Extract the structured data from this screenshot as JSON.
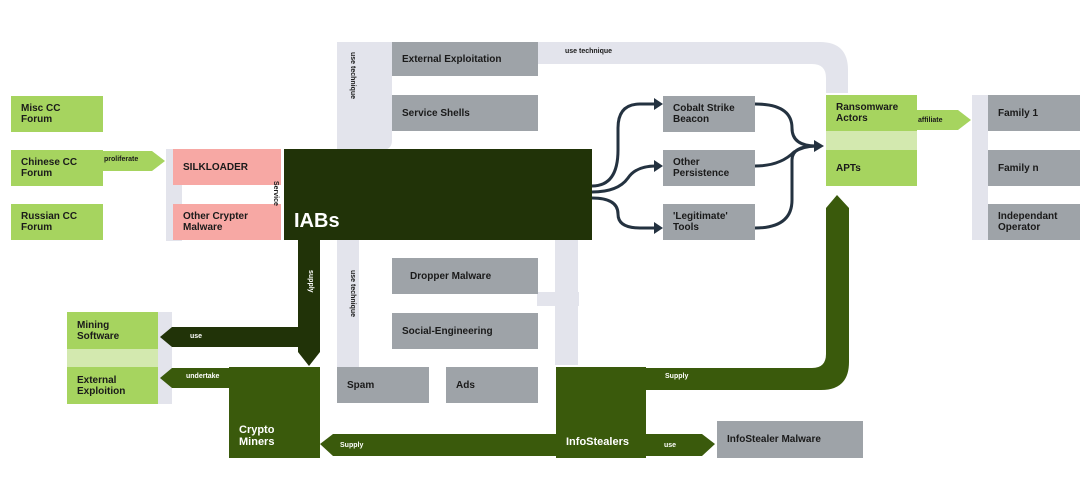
{
  "nodes": {
    "misc_cc_forum": "Misc CC Forum",
    "chinese_cc_forum": "Chinese CC Forum",
    "russian_cc_forum": "Russian CC Forum",
    "silkloader": "SILKLOADER",
    "other_crypter_malware": "Other Crypter Malware",
    "iabs": "IABs",
    "external_exploitation": "External Exploitation",
    "service_shells": "Service Shells",
    "dropper_malware": "Dropper Malware",
    "social_engineering": "Social-Engineering",
    "spam": "Spam",
    "ads": "Ads",
    "cobalt_strike_beacon": "Cobalt Strike Beacon",
    "other_persistence": "Other Persistence",
    "legitimate_tools": "'Legitimate' Tools",
    "ransomware_actors": "Ransomware Actors",
    "apts": "APTs",
    "family_1": "Family 1",
    "family_n": "Family n",
    "independant_operator": "Independant Operator",
    "mining_software": "Mining Software",
    "external_exploition": "External Exploition",
    "crypto_miners": "Crypto Miners",
    "infostealers": "InfoStealers",
    "infostealer_malware": "InfoStealer Malware"
  },
  "edge_labels": {
    "proliferate": "proliferate",
    "service": "Service",
    "use_technique_top": "use technique",
    "use_technique_vertical_top": "use technique",
    "use_technique_vertical_bottom": "use technique",
    "supply_vertical": "supply",
    "use_mining": "use",
    "undertake": "undertake",
    "affiliate": "affiliate",
    "supply_infostealers_to_apts": "Supply",
    "supply_infostealers_to_miners": "Supply",
    "use_infostealer_malware": "use"
  },
  "colors": {
    "lime": "#a6d45f",
    "pink": "#f7a8a4",
    "grey": "#9ea3a8",
    "pale": "#e3e4ec",
    "dark_green": "#213308",
    "olive_green": "#3a5a0c",
    "arrow_navy": "#243240"
  }
}
